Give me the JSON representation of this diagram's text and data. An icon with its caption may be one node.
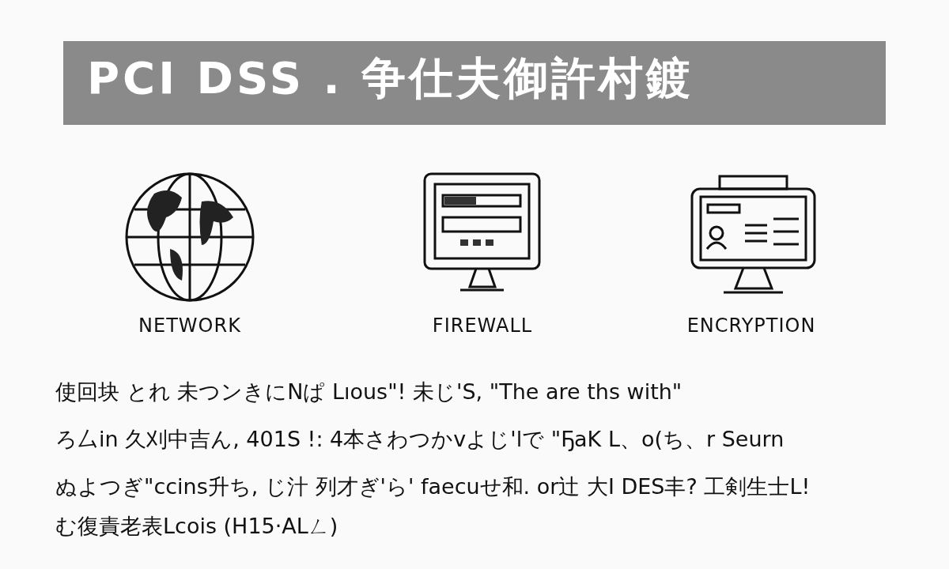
{
  "diagram": {
    "title": "PCI DSS . 争仕夫御許村鍍",
    "labels": [
      "NETWORK",
      "FIREWALL",
      "ENCRYPTION",
      "使回块 とれ 未つンきにNぱ Lıous\"! 未じ'S, \"The are ths with\"",
      "ろ厶in 久刈中吉ん, 401S !: 4本さわつかvよじ'lで \"ҔaK L、o(ち、r Seurn",
      "ぬよつぎ\"ccins升ち, じ汁 列才ぎ'ら' faecuせ和. or辻 大I DES丰? 工剣生士L!",
      "む復責老表Lcois (H15·ALㄥ)"
    ]
  }
}
